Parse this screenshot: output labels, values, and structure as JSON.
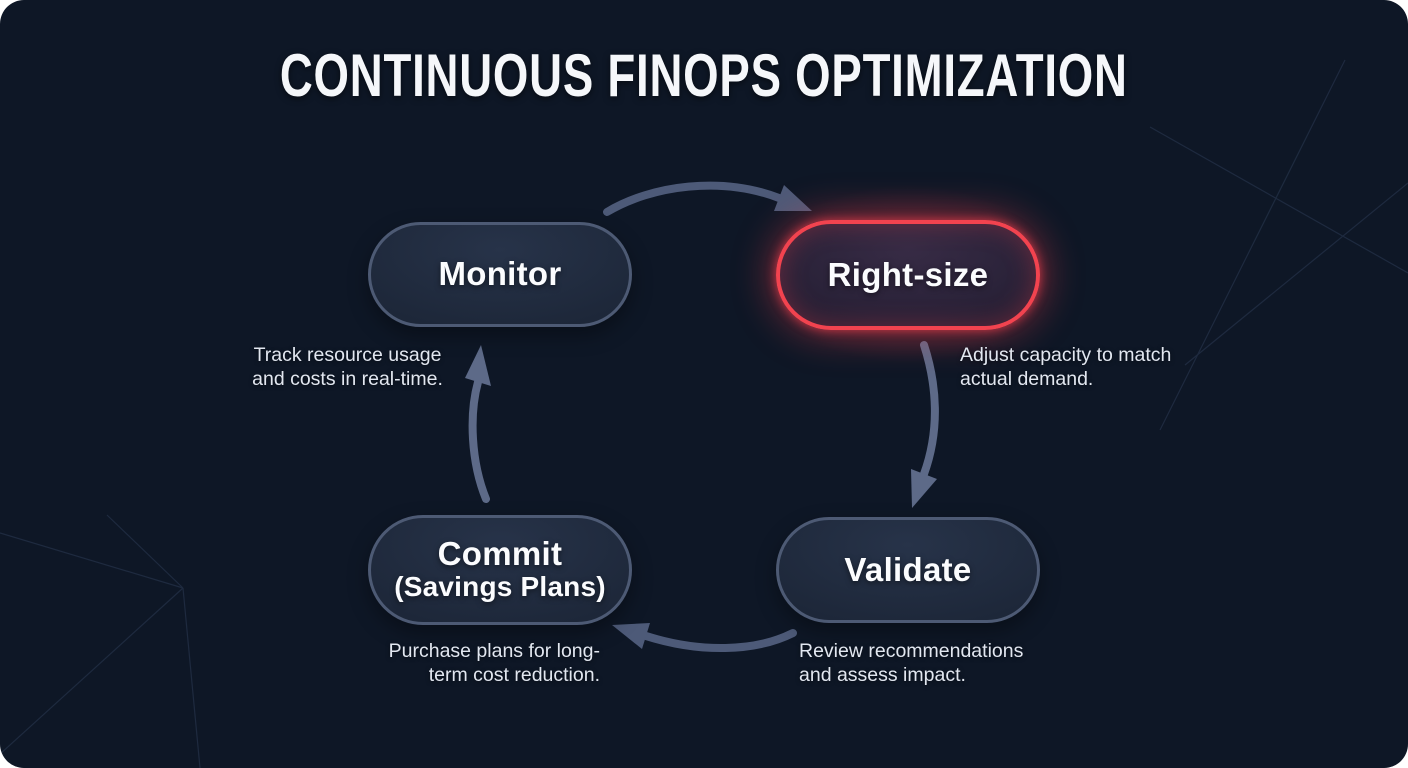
{
  "title": "CONTINUOUS FINOPS OPTIMIZATION",
  "cycle": {
    "nodes": [
      {
        "id": "monitor",
        "label": "Monitor",
        "caption": "Track resource usage\nand costs in real-time.",
        "highlighted": false
      },
      {
        "id": "right-size",
        "label": "Right-size",
        "caption": "Adjust capacity to match\nactual demand.",
        "highlighted": true
      },
      {
        "id": "validate",
        "label": "Validate",
        "caption": "Review recommendations\nand assess impact.",
        "highlighted": false
      },
      {
        "id": "commit",
        "label": "Commit",
        "sublabel": "(Savings Plans)",
        "caption": "Purchase plans for long-\nterm cost reduction.",
        "highlighted": false
      }
    ],
    "arrows": [
      {
        "from": "monitor",
        "to": "right-size"
      },
      {
        "from": "right-size",
        "to": "validate"
      },
      {
        "from": "validate",
        "to": "commit"
      },
      {
        "from": "commit",
        "to": "monitor"
      }
    ]
  },
  "colors": {
    "background": "#0e1726",
    "node_fill": "#1d2739",
    "node_border": "#4d5a74",
    "highlight_red": "#f2434f",
    "arrow": "#4d5a78",
    "arrow_light": "#5d6a88",
    "bg_line": "#2e3d58",
    "title_text": "#f5f7fa",
    "caption_text": "#e2e7f0"
  }
}
